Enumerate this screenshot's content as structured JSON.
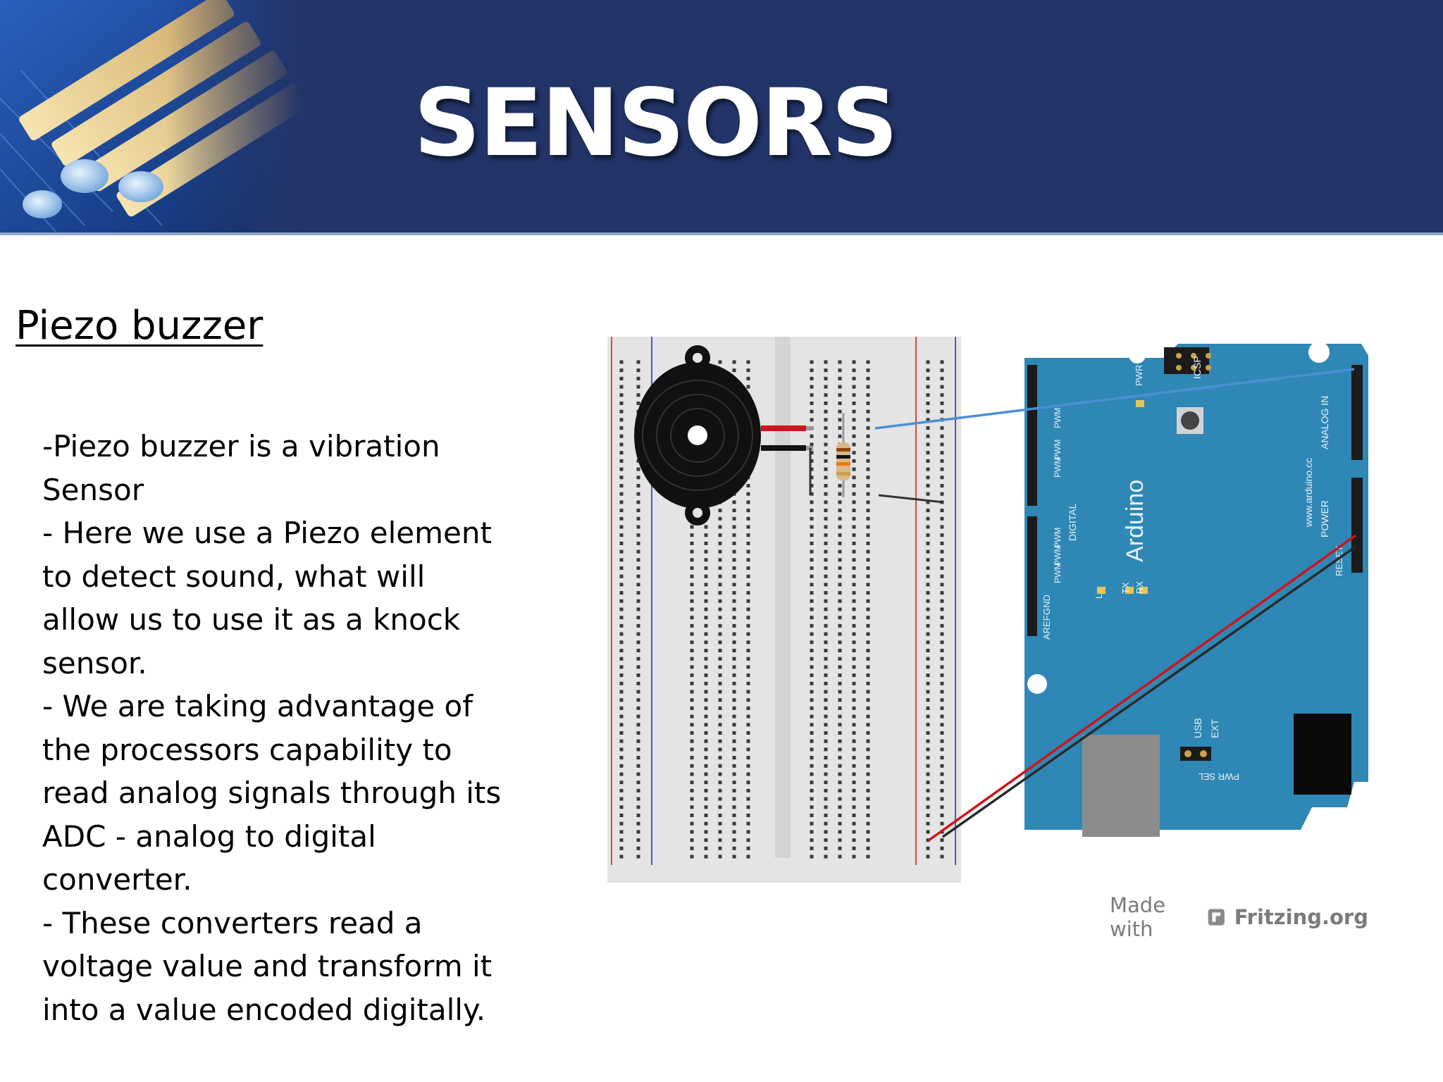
{
  "slide": {
    "title": "SENSORS",
    "section_heading": "Piezo buzzer",
    "body_lines": [
      "-Piezo buzzer is a vibration",
      "Sensor",
      "- Here we use a Piezo element",
      "to detect sound, what will",
      "allow us to use it as a knock",
      "sensor.",
      "- We are taking advantage of",
      "the processors capability to",
      "read analog signals through its",
      "ADC - analog to digital",
      "converter.",
      "- These converters read a",
      "voltage value and transform it",
      "into a value encoded digitally."
    ]
  },
  "diagram": {
    "board_brand": "Arduino",
    "board_url": "www.arduino.cc",
    "labels": {
      "digital": "DIGITAL",
      "analog_in": "ANALOG IN",
      "power": "POWER",
      "icsp": "ICSP",
      "pwr": "PWR",
      "usb": "USB",
      "ext": "EXT",
      "pwr_sel": "PWR SEL",
      "reset": "RESET",
      "aref": "AREF",
      "gnd": "GND",
      "tx": "TX",
      "rx": "RX",
      "l": "L",
      "pwm": "PWM"
    },
    "credit_prefix": "Made with",
    "credit_site": "Fritzing.org"
  },
  "colors": {
    "header_bg": "#223468",
    "title_text": "#ffffff",
    "board_blue": "#2f87b5",
    "wire_blue": "#4a8fd6",
    "wire_red": "#d0141b",
    "wire_black": "#222222"
  }
}
